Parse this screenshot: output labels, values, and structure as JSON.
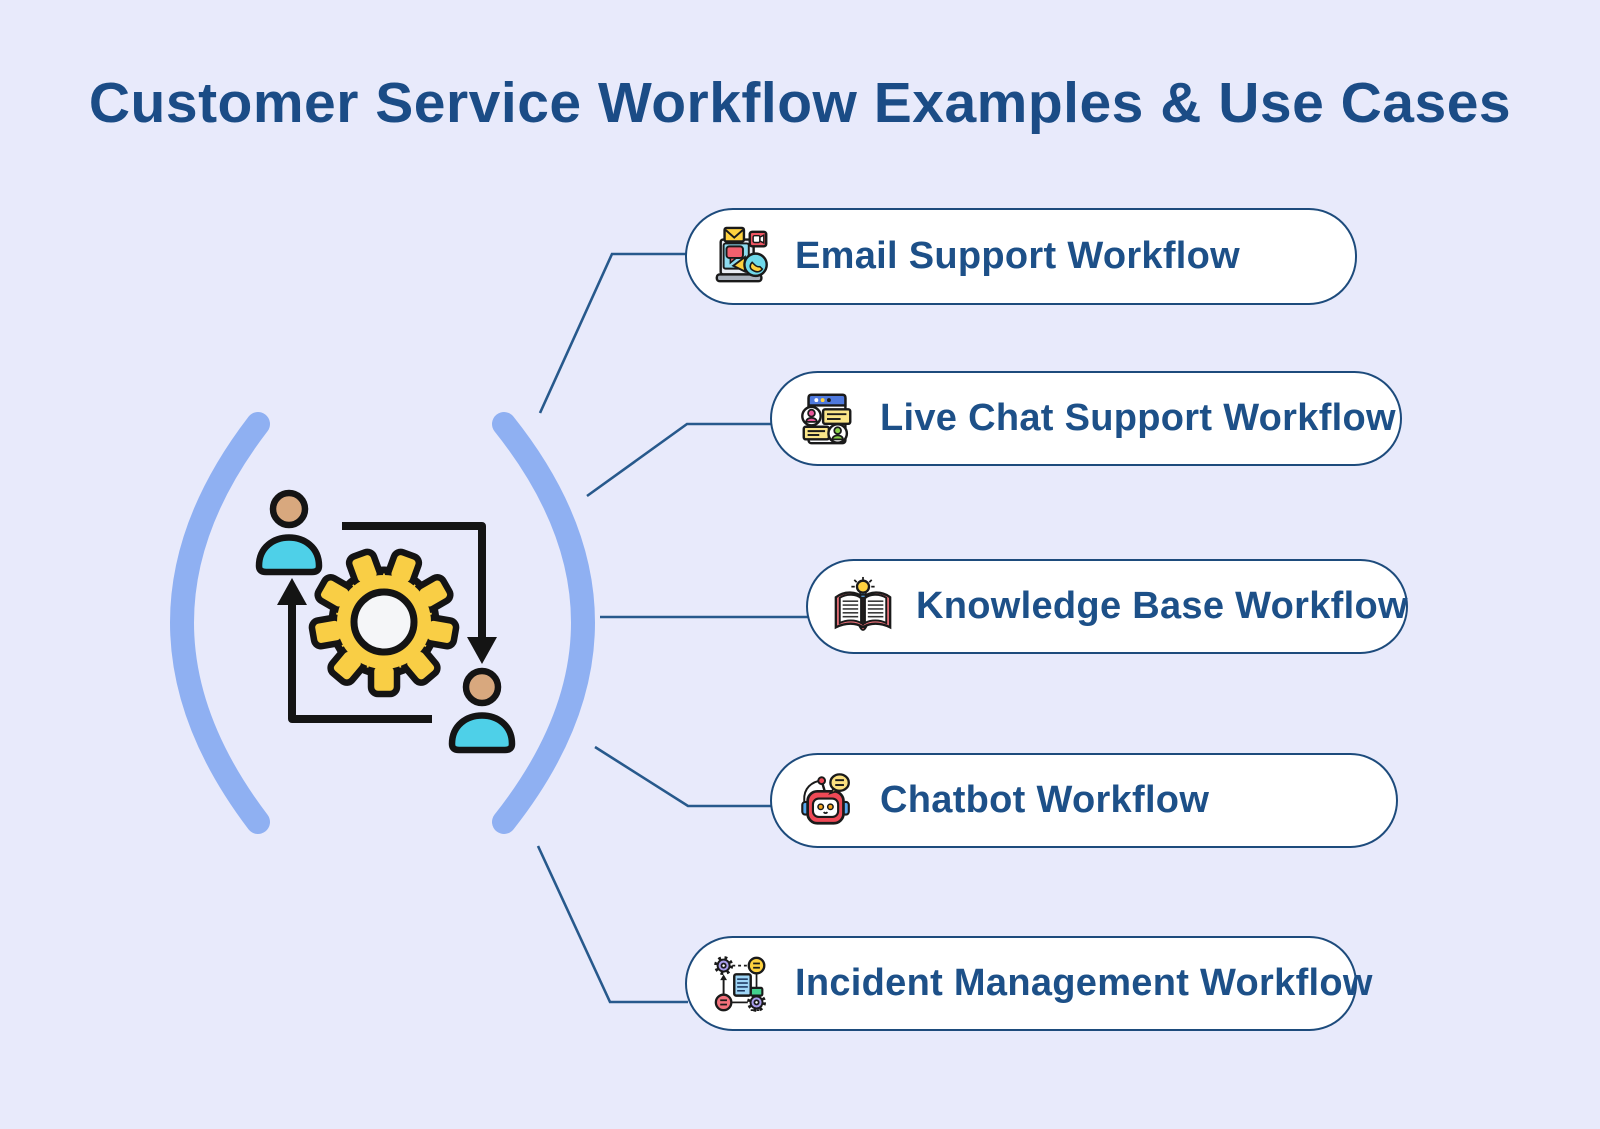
{
  "title": "Customer Service Workflow Examples & Use Cases",
  "nodes": [
    {
      "label": "Email Support Workflow",
      "icon": "email-support-icon"
    },
    {
      "label": "Live Chat Support Workflow",
      "icon": "live-chat-support-icon"
    },
    {
      "label": "Knowledge Base Workflow",
      "icon": "knowledge-base-icon"
    },
    {
      "label": "Chatbot Workflow",
      "icon": "chatbot-icon"
    },
    {
      "label": "Incident Management Workflow",
      "icon": "incident-management-icon"
    }
  ],
  "colors": {
    "background": "#e8eafb",
    "title_text": "#1b4c86",
    "node_fill": "#ffffff",
    "node_border": "#1d4b7c",
    "node_text": "#1d5088",
    "connector": "#27598c",
    "bracket": "#8fb0f2",
    "gear_yellow": "#f9ce45",
    "person_skin": "#d8a87e",
    "person_body": "#4ed0e8"
  }
}
